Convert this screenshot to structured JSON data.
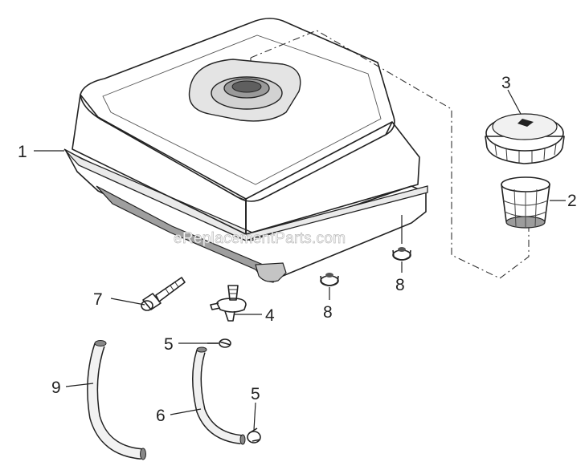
{
  "callouts": {
    "c1": "1",
    "c2": "2",
    "c3": "3",
    "c4": "4",
    "c5a": "5",
    "c5b": "5",
    "c6": "6",
    "c7": "7",
    "c8a": "8",
    "c8b": "8",
    "c9": "9"
  },
  "watermark": "eReplacementParts.com",
  "colors": {
    "outline": "#222222",
    "tank_fill_light": "#f2f2f2",
    "tank_fill_dark": "#cfcfcf",
    "background": "#ffffff"
  }
}
